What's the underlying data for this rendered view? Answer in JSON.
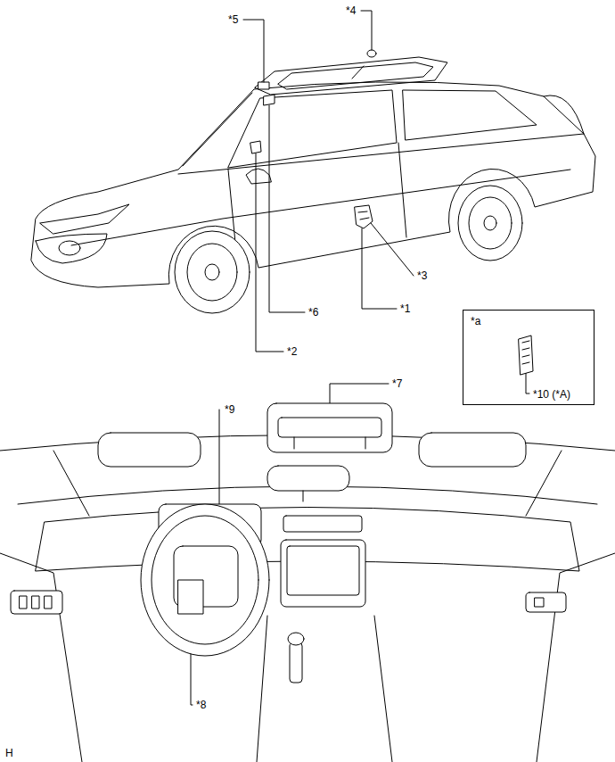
{
  "diagram": {
    "nodes": [
      {
        "text": [
          "*a",
          "*10 (*A)"
        ]
      }
    ],
    "labels": [
      "*4",
      "*5",
      "*3",
      "*1",
      "*6",
      "*2",
      "*7",
      "*9",
      "*8",
      "H"
    ]
  }
}
